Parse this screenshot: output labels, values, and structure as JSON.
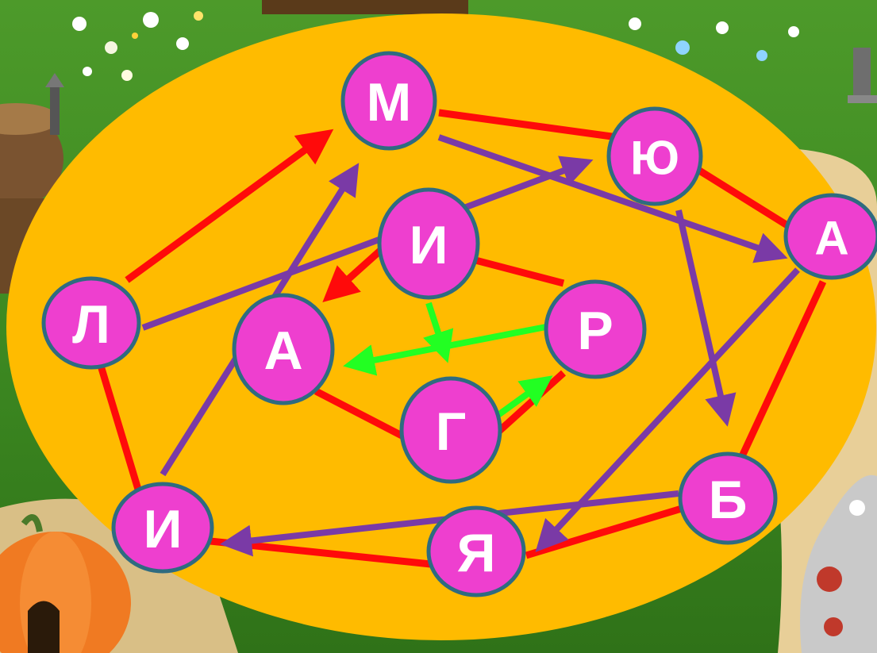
{
  "puzzle": {
    "nodes": [
      {
        "id": "m",
        "letter": "М"
      },
      {
        "id": "yu",
        "letter": "Ю"
      },
      {
        "id": "a1",
        "letter": "А"
      },
      {
        "id": "l",
        "letter": "Л"
      },
      {
        "id": "i1",
        "letter": "И"
      },
      {
        "id": "r",
        "letter": "Р"
      },
      {
        "id": "a2",
        "letter": "А"
      },
      {
        "id": "g",
        "letter": "Г"
      },
      {
        "id": "b",
        "letter": "Б"
      },
      {
        "id": "i2",
        "letter": "И"
      },
      {
        "id": "ya",
        "letter": "Я"
      }
    ]
  },
  "colors": {
    "oval": "#ffbb00",
    "node_fill": "#ee3fcf",
    "node_stroke": "#2f6b80",
    "red_line": "#ff0a0a",
    "purple_arrow": "#7a3aa6",
    "green_arrow": "#22ff22"
  },
  "background_icons": [
    "tree-stump-icon",
    "lamp-post-icon",
    "pumpkin-house-icon",
    "mushroom-house-icon",
    "flower-bed-icon"
  ]
}
